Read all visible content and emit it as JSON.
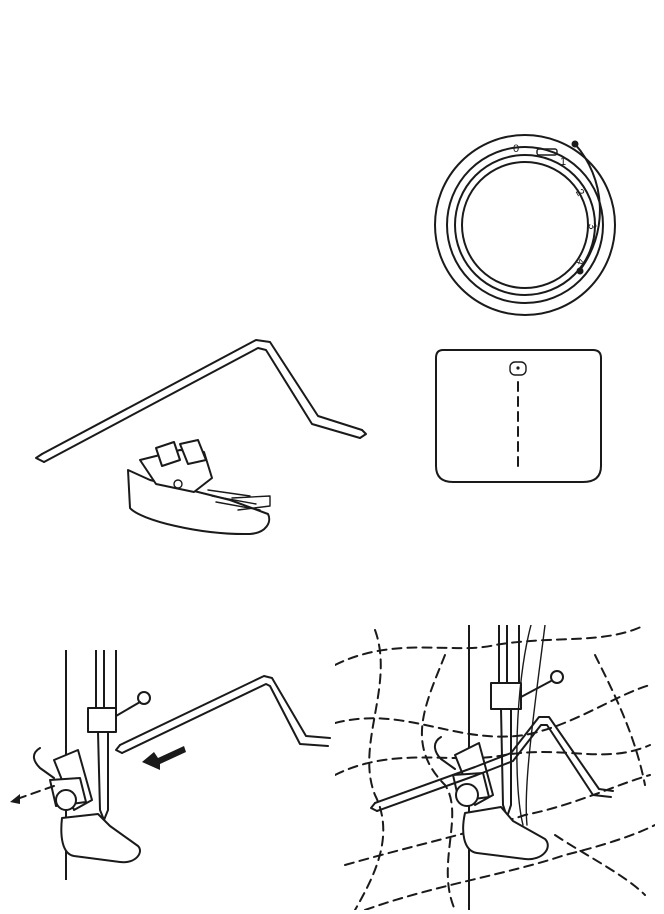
{
  "stitch_length_dial": {
    "marks": [
      "0",
      "1",
      "2",
      "3",
      "4"
    ]
  }
}
